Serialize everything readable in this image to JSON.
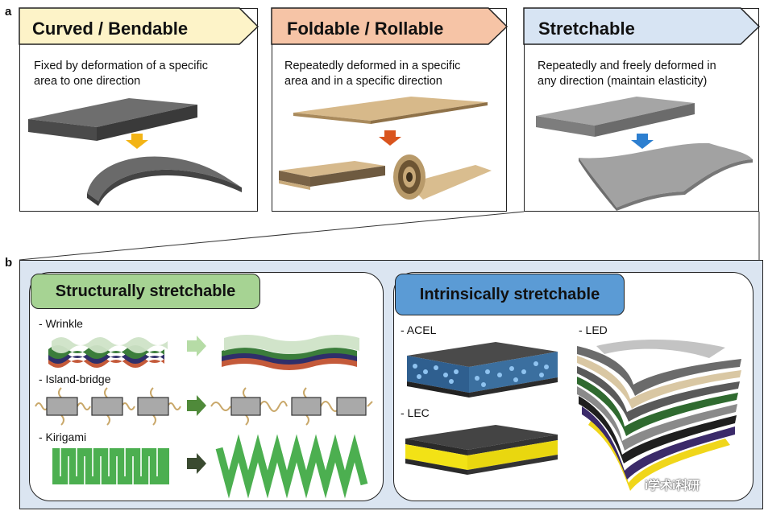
{
  "panel_a_label": "a",
  "panel_b_label": "b",
  "cards": [
    {
      "title": "Curved / Bendable",
      "desc_line1": "Fixed by deformation of a specific",
      "desc_line2": "area to one direction",
      "tab_color": "#fdf3c8",
      "arrow_color": "#f3b416"
    },
    {
      "title": "Foldable / Rollable",
      "desc_line1": "Repeatedly deformed in a specific",
      "desc_line2": "area and in a specific direction",
      "tab_color": "#f6c4a6",
      "arrow_color": "#d9541e"
    },
    {
      "title": "Stretchable",
      "desc_line1": "Repeatedly and freely deformed in",
      "desc_line2": "any direction (maintain elasticity)",
      "tab_color": "#d7e4f3",
      "arrow_color": "#2d7fd0"
    }
  ],
  "structural": {
    "title": "Structurally stretchable",
    "pill_color": "#a6d393",
    "items": [
      "- Wrinkle",
      "- Island-bridge",
      "- Kirigami"
    ]
  },
  "intrinsic": {
    "title": "Intrinsically stretchable",
    "pill_color": "#5b9bd5",
    "items": [
      "- ACEL",
      "- LEC",
      "- LED"
    ]
  },
  "watermark": "i学术i科研"
}
